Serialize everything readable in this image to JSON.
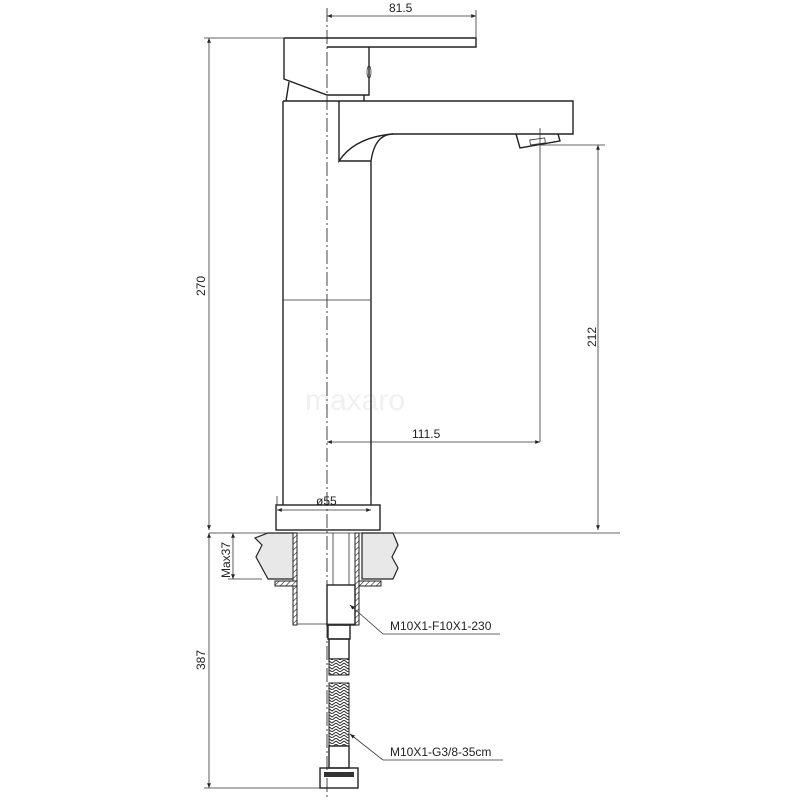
{
  "drawing": {
    "watermark": "maxaro",
    "dimensions": {
      "handle_reach": "81.5",
      "total_height": "270",
      "spout_height": "212",
      "spout_reach": "111.5",
      "base_diameter": "ø55",
      "max_counter_thickness": "Max37",
      "below_counter_length": "387"
    },
    "callouts": {
      "connector": "M10X1-F10X1-230",
      "hose": "M10X1-G3/8-35cm"
    }
  }
}
